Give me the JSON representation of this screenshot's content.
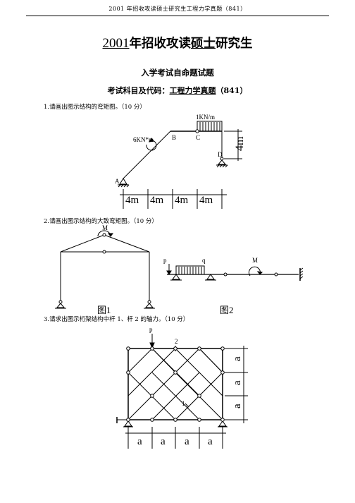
{
  "header": {
    "running_title": "2001 年招收攻读硕士研究生工程力学真题（841）"
  },
  "title": {
    "year": "2001",
    "part1": "年招收攻读",
    "part2": "硕士",
    "part3": "研究生"
  },
  "subtitle": "入学考试自命题试题",
  "subject_line": {
    "label": "考试科目及代码：",
    "subject": "工程力学真题",
    "code": "（841）"
  },
  "questions": [
    {
      "text": "1.请画出图示结构的弯矩图。（10 分）",
      "figure": {
        "load_label": "1KN/m",
        "moment_label": "6KN*m",
        "height_label": "4m",
        "spans": [
          "4m",
          "4m",
          "4m",
          "4m"
        ],
        "nodes": [
          "A",
          "B",
          "C",
          "D"
        ]
      }
    },
    {
      "text": "2.请画出图示结构的大致弯矩图。（10 分）",
      "figure": {
        "left_moment": "M",
        "right_labels": {
          "p": "p",
          "q": "q",
          "m": "M"
        },
        "captions": [
          "图1",
          "图2"
        ]
      }
    },
    {
      "text": "3.请求出图示桁架结构中杆 1、杆 2 的轴力。（10 分）",
      "figure": {
        "load": "p",
        "members": [
          "1",
          "2"
        ],
        "heights": [
          "a",
          "a",
          "a"
        ],
        "widths": [
          "a",
          "a",
          "a",
          "a"
        ]
      }
    }
  ]
}
